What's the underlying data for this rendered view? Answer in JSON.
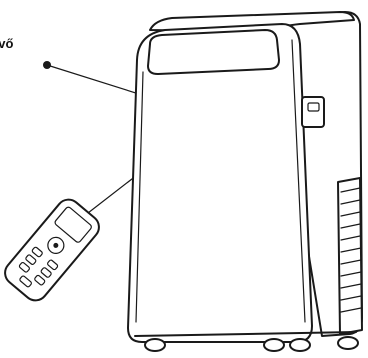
{
  "callout": {
    "label_visible": "evő"
  },
  "colors": {
    "ink": "#1a1a1a",
    "background": "#ffffff"
  },
  "parts": [
    "portable-air-conditioner",
    "remote-control",
    "leader-lines",
    "callout-dot"
  ]
}
